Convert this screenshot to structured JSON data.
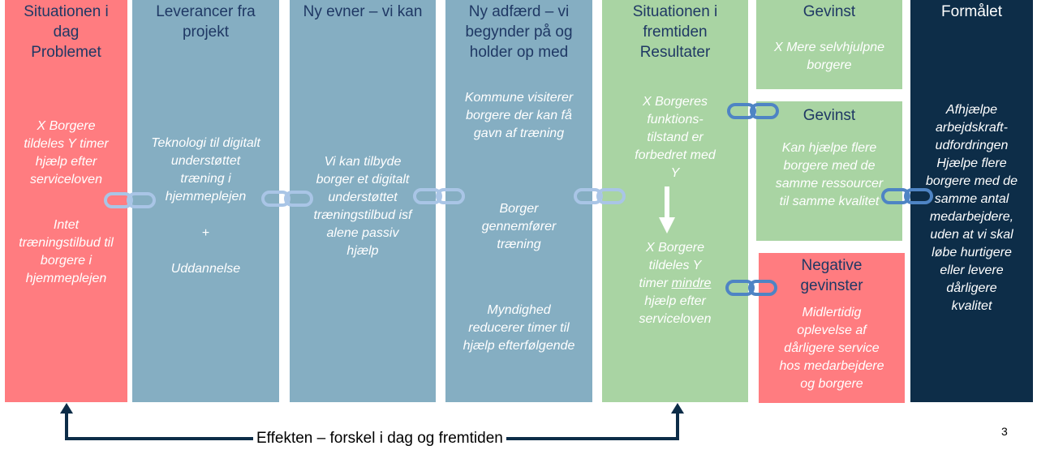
{
  "columns": {
    "problem": {
      "title": [
        "Situationen i",
        "dag",
        "Problemet"
      ],
      "text1": [
        "X Borgere",
        "tildeles Y timer",
        "hjælp efter",
        "serviceloven"
      ],
      "text2": [
        "Intet",
        "træningstilbud til",
        "borgere i",
        "hjemmeplejen"
      ]
    },
    "deliveries": {
      "title": [
        "Leverancer fra",
        "projekt"
      ],
      "text1": [
        "Teknologi til digitalt",
        "understøttet",
        "træning i",
        "hjemmeplejen"
      ],
      "plus": "+",
      "text2": "Uddannelse"
    },
    "capabilities": {
      "title": "Ny evner – vi kan",
      "text": [
        "Vi kan tilbyde",
        "borger et digitalt",
        "understøttet",
        "træningstilbud isf",
        "alene passiv",
        "hjælp"
      ]
    },
    "behavior": {
      "title": [
        "Ny adfærd – vi",
        "begynder på og",
        "holder op med"
      ],
      "text1": [
        "Kommune visiterer",
        "borgere der kan få",
        "gavn af træning"
      ],
      "text2": [
        "Borger",
        "gennemfører",
        "træning"
      ],
      "text3": [
        "Myndighed",
        "reducerer timer til",
        "hjælp efterfølgende"
      ]
    },
    "future": {
      "title": [
        "Situationen i",
        "fremtiden",
        "Resultater"
      ],
      "text1": [
        "X Borgeres",
        "funktions-",
        "tilstand er",
        "forbedret med",
        "Y"
      ],
      "text2": [
        "X Borgere",
        "tildeles Y"
      ],
      "text2_pre": "timer ",
      "text2_underlined": "mindre",
      "text2_rest": [
        "hjælp efter",
        "serviceloven"
      ]
    }
  },
  "gains": {
    "gain1": {
      "title": "Gevinst",
      "text": [
        "X Mere selvhjulpne",
        "borgere"
      ]
    },
    "gain2": {
      "title": "Gevinst",
      "text": [
        "Kan hjælpe flere",
        "borgere med de",
        "samme ressourcer",
        "til samme kvalitet"
      ]
    },
    "negative": {
      "title": [
        "Negative",
        "gevinster"
      ],
      "text": [
        "Midlertidig",
        "oplevelse af",
        "dårligere service",
        "hos medarbejdere",
        "og borgere"
      ]
    }
  },
  "purpose": {
    "title": "Formålet",
    "text": [
      "Afhjælpe",
      "arbejdskraft-",
      "udfordringen",
      "Hjælpe flere",
      "borgere med de",
      "samme antal",
      "medarbejdere,",
      "uden at vi skal",
      "løbe hurtigere",
      "eller levere",
      "dårligere",
      "kvalitet"
    ]
  },
  "bottom": {
    "effect_label": "Effekten – forskel i dag og fremtiden",
    "page_number": "3"
  },
  "colors": {
    "red": "#ff7c80",
    "blue": "#85aec2",
    "green": "#a9d4a3",
    "navy": "#0d2d48",
    "title": "#1f3864",
    "chain": "#4e84c4"
  }
}
